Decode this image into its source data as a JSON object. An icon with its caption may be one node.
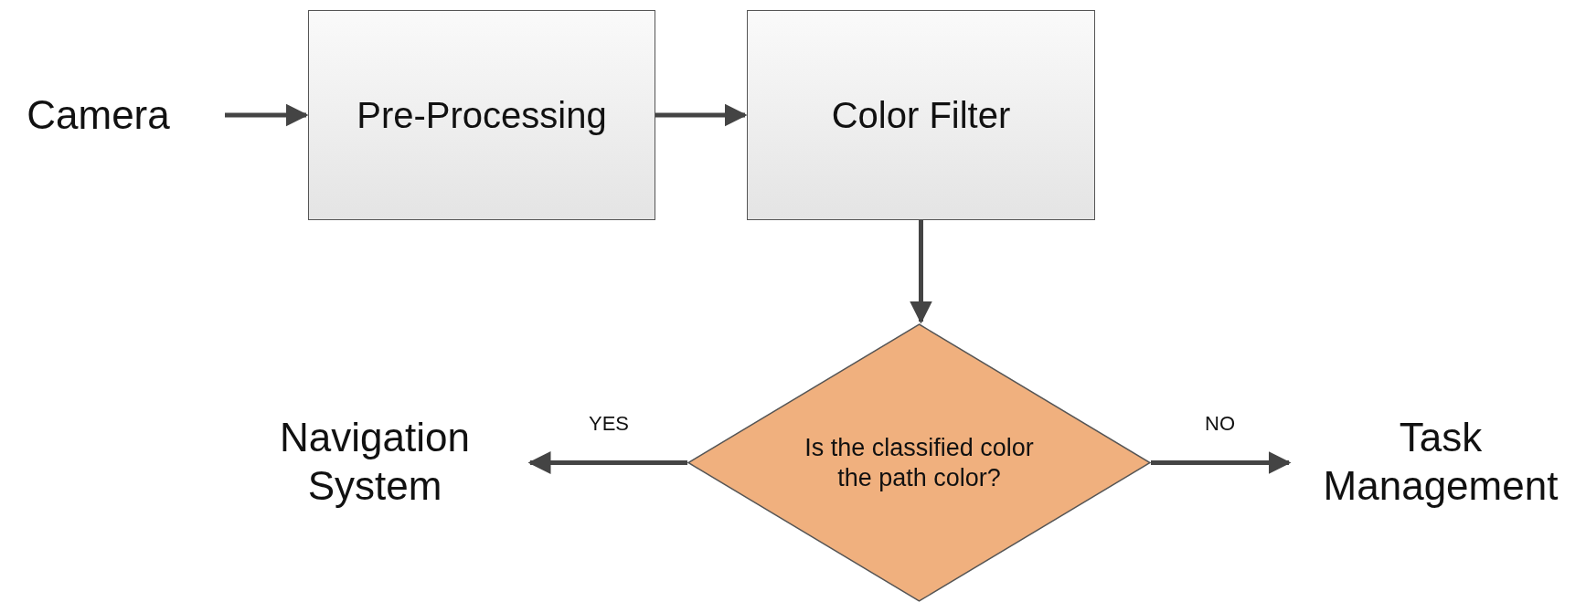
{
  "diagram": {
    "nodes": [
      {
        "text": [
          "Camera"
        ]
      },
      {
        "text": [
          "Pre-Processing"
        ]
      },
      {
        "text": [
          "Color Filter"
        ]
      },
      {
        "text": [
          "Is the classified color the path color?"
        ]
      },
      {
        "text": [
          "Navigation System"
        ]
      },
      {
        "text": [
          "Task Management"
        ]
      }
    ],
    "edges": [
      {
        "from": 0,
        "to": 1,
        "arrow": "to"
      },
      {
        "from": 1,
        "to": 2,
        "arrow": "to"
      },
      {
        "from": 2,
        "to": 3,
        "arrow": "to"
      },
      {
        "from": 3,
        "to": 4,
        "label": "YES",
        "arrow": "to"
      },
      {
        "from": 3,
        "to": 5,
        "label": "NO",
        "arrow": "to"
      }
    ]
  }
}
